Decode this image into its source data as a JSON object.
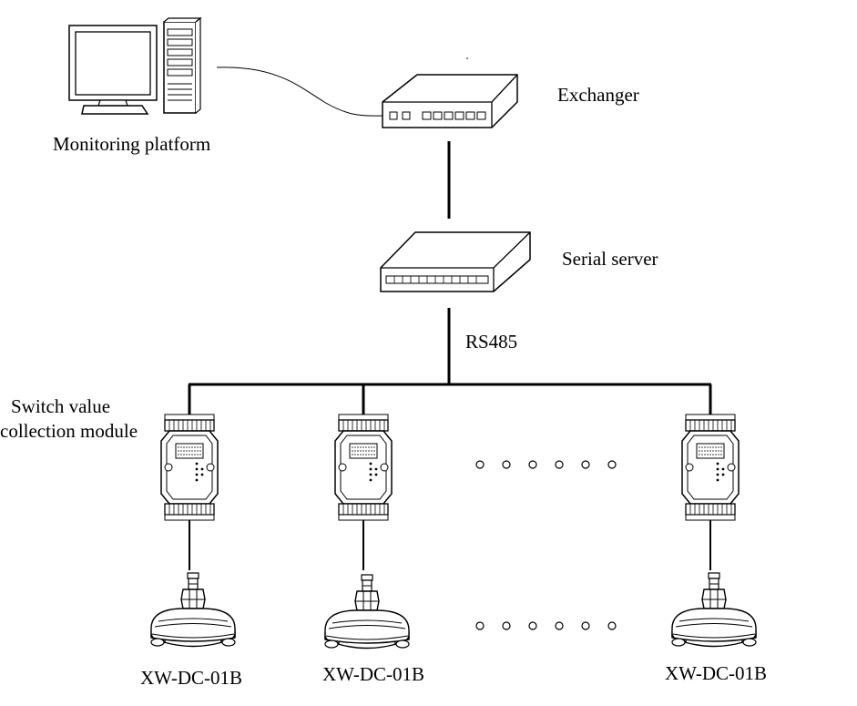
{
  "labels": {
    "monitoring_platform": "Monitoring platform",
    "exchanger": "Exchanger",
    "serial_server": "Serial server",
    "bus": "RS485",
    "module_line1": "Switch value",
    "module_line2": "collection module",
    "sensor_1": "XW-DC-01B",
    "sensor_2": "XW-DC-01B",
    "sensor_3": "XW-DC-01B"
  },
  "colors": {
    "line": "#000000",
    "background": "#ffffff",
    "fill": "#ffffff"
  },
  "icons": {
    "monitoring_platform": "desktop-computer-icon",
    "exchanger": "network-switch-icon",
    "serial_server": "serial-server-icon",
    "module": "io-module-icon",
    "sensor": "door-contact-sensor-icon"
  }
}
